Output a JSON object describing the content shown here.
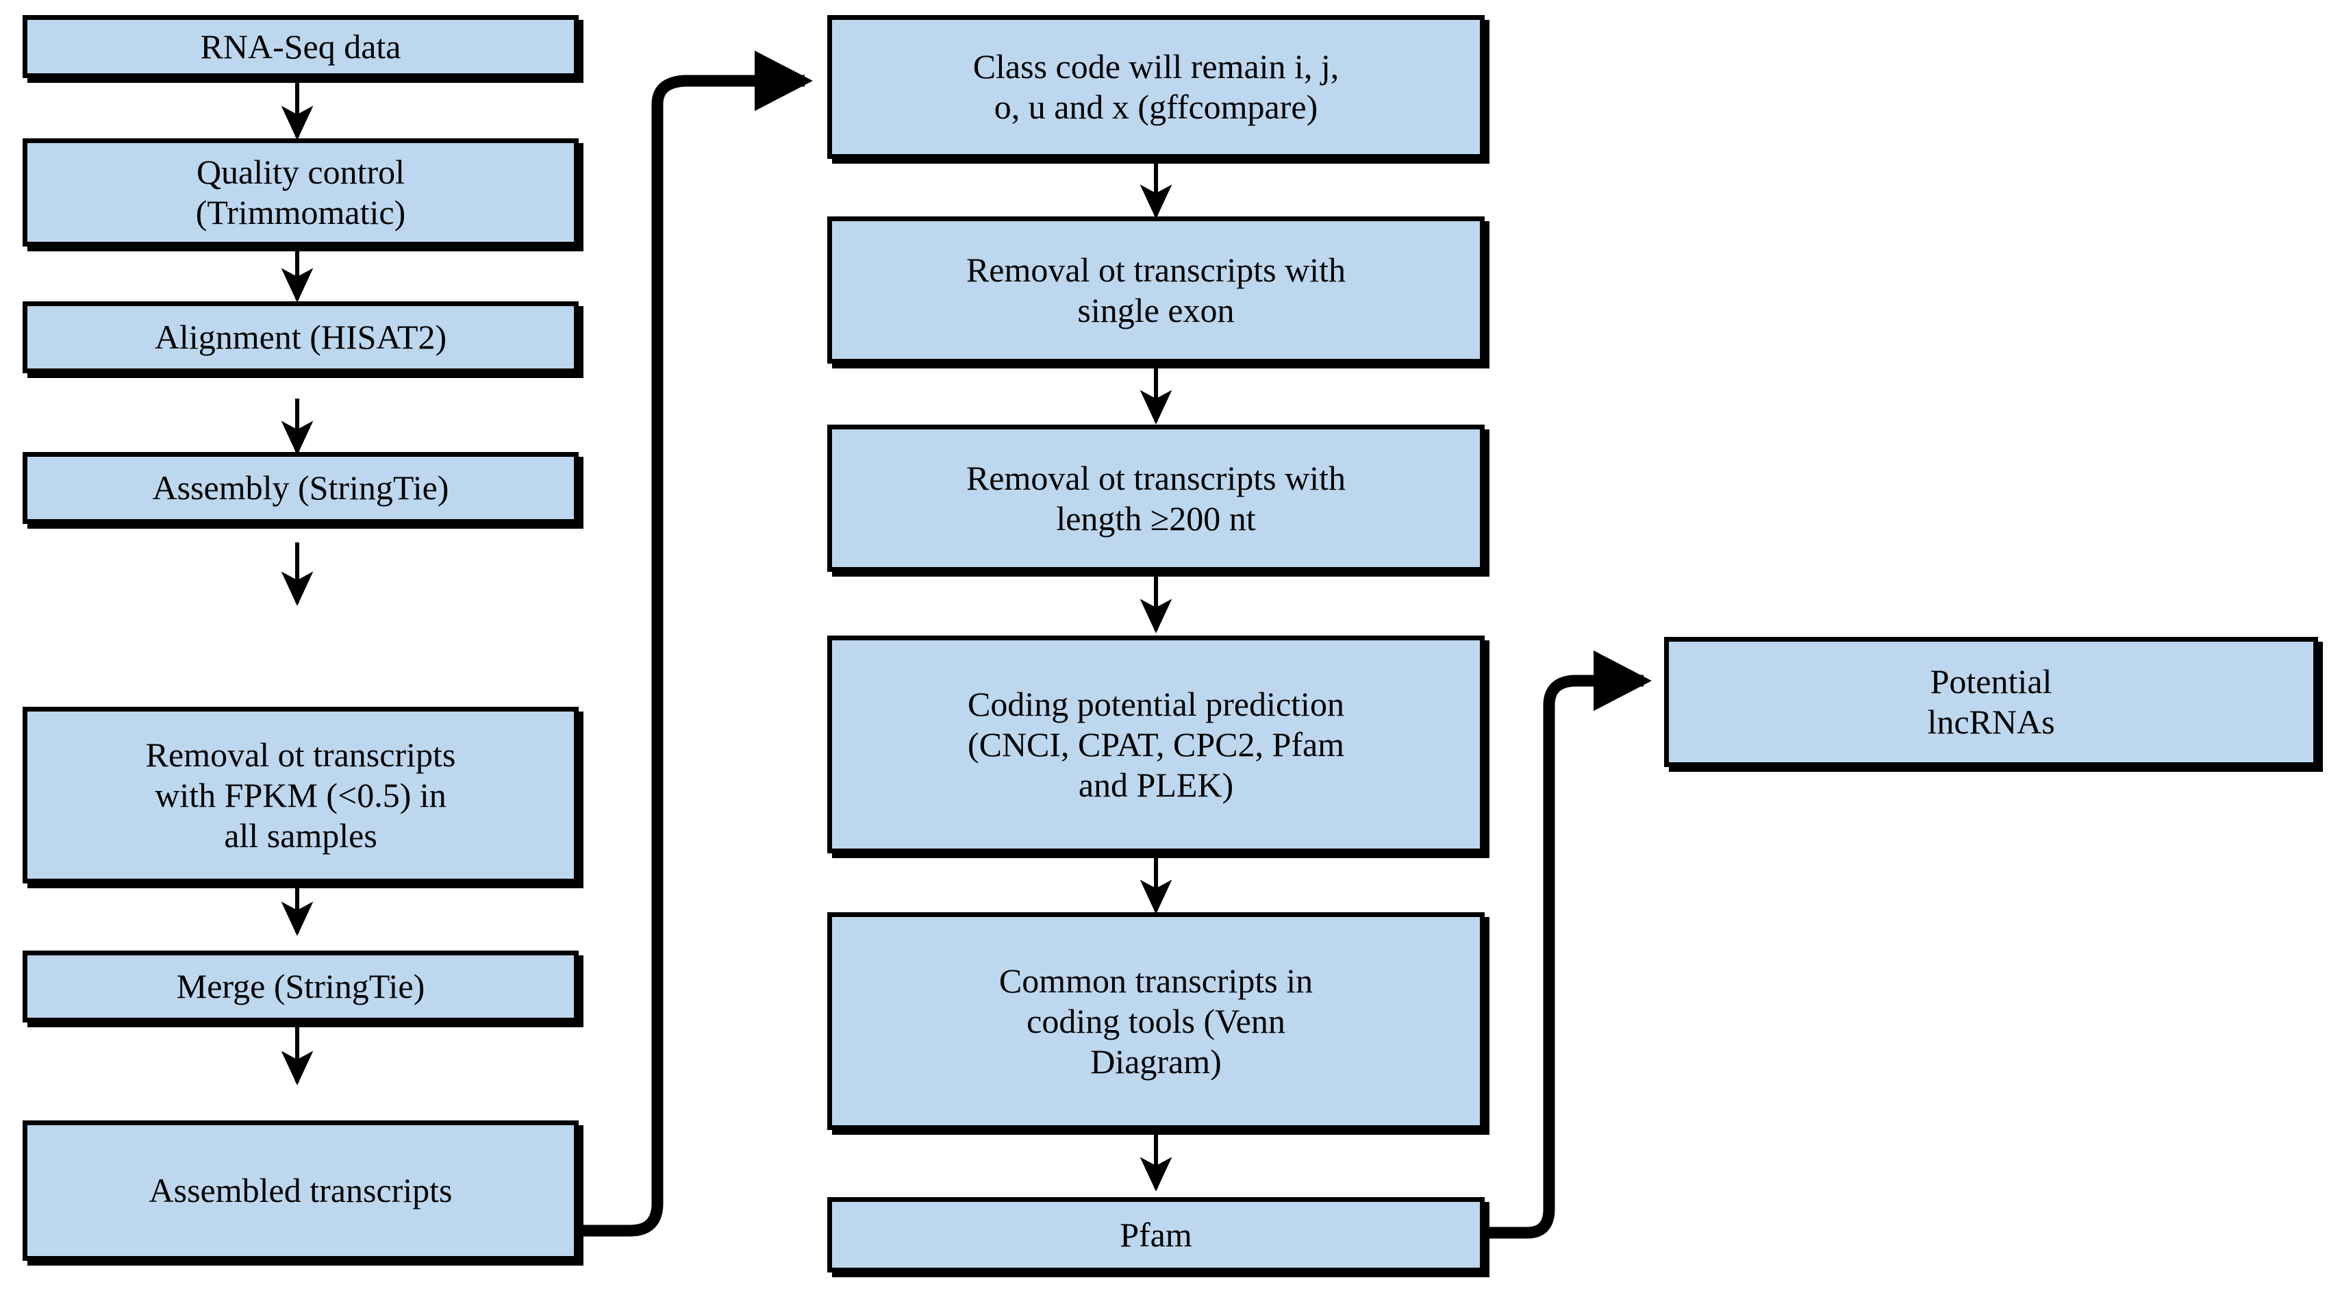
{
  "diagram": {
    "title": "lncRNA identification pipeline flowchart",
    "colors": {
      "node_fill": "#bdd7ee",
      "node_border": "#000000",
      "edge": "#000000",
      "background": "#ffffff",
      "text": "#000000"
    },
    "columns": {
      "left": {
        "name": "upstream-rna-seq-processing",
        "nodes": [
          {
            "id": "rna-seq-data",
            "label": "RNA-Seq data"
          },
          {
            "id": "quality-control",
            "label": "Quality control\n(Trimmomatic)"
          },
          {
            "id": "alignment",
            "label": "Alignment (HISAT2)"
          },
          {
            "id": "assembly",
            "label": "Assembly (StringTie)"
          },
          {
            "id": "removal-fpkm",
            "label": "Removal ot transcripts\nwith FPKM (<0.5) in\nall samples"
          },
          {
            "id": "merge",
            "label": "Merge (StringTie)"
          },
          {
            "id": "assembled-transcripts",
            "label": "Assembled transcripts"
          }
        ]
      },
      "middle": {
        "name": "lncrna-filtering-steps",
        "nodes": [
          {
            "id": "class-code",
            "label": "Class code will remain i, j,\no, u and x (gffcompare)"
          },
          {
            "id": "removal-single-exon",
            "label": "Removal ot transcripts with\nsingle exon"
          },
          {
            "id": "removal-length",
            "label": "Removal ot transcripts with\nlength ≥200 nt"
          },
          {
            "id": "coding-potential",
            "label": "Coding potential prediction\n(CNCI, CPAT, CPC2, Pfam\nand PLEK)"
          },
          {
            "id": "common-transcripts",
            "label": "Common transcripts in\ncoding  tools (Venn\nDiagram)"
          },
          {
            "id": "pfam",
            "label": "Pfam"
          }
        ]
      },
      "right": {
        "name": "pipeline-output",
        "nodes": [
          {
            "id": "potential-lncrnas",
            "label": "Potential\nlncRNAs"
          }
        ]
      }
    },
    "edges": [
      {
        "id": "e1",
        "from": "rna-seq-data",
        "to": "quality-control",
        "kind": "straight-down-arrow"
      },
      {
        "id": "e2",
        "from": "quality-control",
        "to": "alignment",
        "kind": "straight-down-arrow"
      },
      {
        "id": "e3",
        "from": "alignment",
        "to": "assembly",
        "kind": "straight-down-arrow"
      },
      {
        "id": "e4",
        "from": "assembly",
        "to": "removal-fpkm",
        "kind": "straight-down-arrow"
      },
      {
        "id": "e5",
        "from": "removal-fpkm",
        "to": "merge",
        "kind": "straight-down-arrow"
      },
      {
        "id": "e6",
        "from": "merge",
        "to": "assembled-transcripts",
        "kind": "straight-down-arrow"
      },
      {
        "id": "e7",
        "from": "assembled-transcripts",
        "to": "class-code",
        "kind": "elbow-right-up-right-arrow"
      },
      {
        "id": "e8",
        "from": "class-code",
        "to": "removal-single-exon",
        "kind": "straight-down-arrow"
      },
      {
        "id": "e9",
        "from": "removal-single-exon",
        "to": "removal-length",
        "kind": "straight-down-arrow"
      },
      {
        "id": "e10",
        "from": "removal-length",
        "to": "coding-potential",
        "kind": "straight-down-arrow"
      },
      {
        "id": "e11",
        "from": "coding-potential",
        "to": "common-transcripts",
        "kind": "straight-down-arrow"
      },
      {
        "id": "e12",
        "from": "common-transcripts",
        "to": "pfam",
        "kind": "straight-down-arrow"
      },
      {
        "id": "e13",
        "from": "pfam",
        "to": "potential-lncrnas",
        "kind": "elbow-right-up-right-arrow"
      }
    ]
  }
}
